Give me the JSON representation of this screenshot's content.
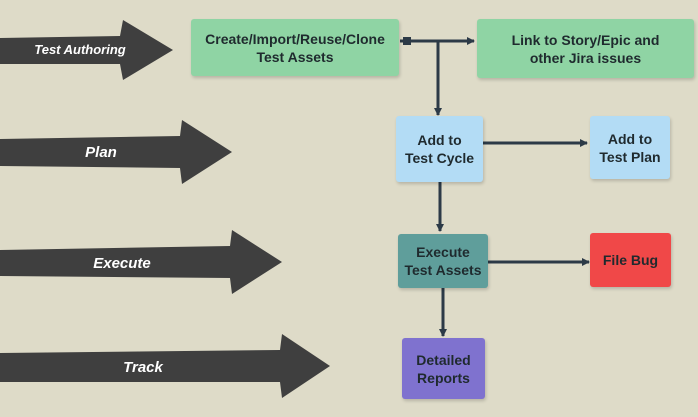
{
  "phases": [
    {
      "id": "authoring",
      "label": "Test Authoring"
    },
    {
      "id": "plan",
      "label": "Plan"
    },
    {
      "id": "execute",
      "label": "Execute"
    },
    {
      "id": "track",
      "label": "Track"
    }
  ],
  "nodes": {
    "create": {
      "label": "Create/Import/Reuse/Clone\nTest Assets",
      "color": "#8fd4a4"
    },
    "link": {
      "label": "Link to Story/Epic and\nother Jira issues",
      "color": "#8fd4a4"
    },
    "cycle": {
      "label": "Add to\nTest Cycle",
      "color": "#b3dcf5"
    },
    "plan": {
      "label": "Add to\nTest Plan",
      "color": "#b3dcf5"
    },
    "executeNode": {
      "label": "Execute\nTest Assets",
      "color": "#5f9e9b"
    },
    "bug": {
      "label": "File Bug",
      "color": "#f04848"
    },
    "reports": {
      "label": "Detailed\nReports",
      "color": "#7f72cf"
    }
  },
  "colors": {
    "background": "#dedbc8",
    "phase_arrow": "#3f3f3f",
    "connector": "#2c3a47"
  }
}
